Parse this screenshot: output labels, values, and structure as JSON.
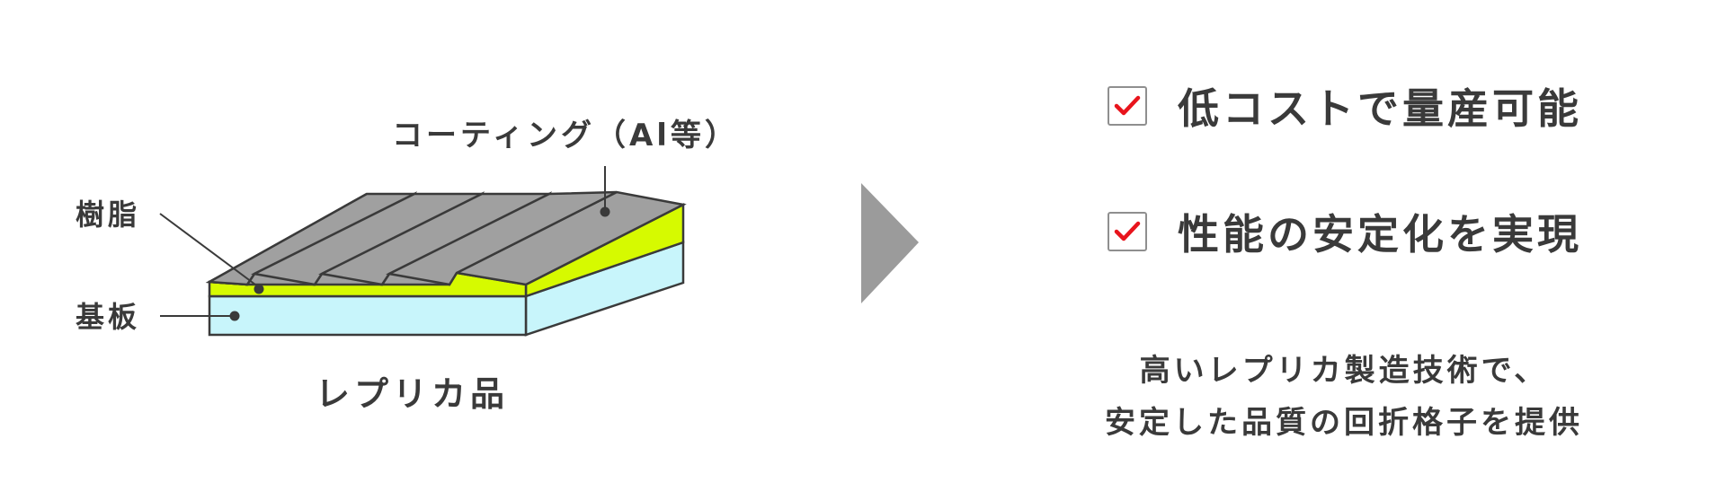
{
  "diagram": {
    "labels": {
      "coating": "コーティング（Al等）",
      "resin": "樹脂",
      "substrate": "基板",
      "product": "レプリカ品"
    },
    "colors": {
      "coating": "#a0a0a0",
      "resin": "#d6fa00",
      "substrate": "#c8f5fb",
      "outline": "#3a3a3a",
      "arrow": "#9b9b9b"
    }
  },
  "benefits": [
    {
      "text": "低コストで量産可能",
      "checked": true
    },
    {
      "text": "性能の安定化を実現",
      "checked": true
    }
  ],
  "summary": {
    "line1": "高いレプリカ製造技術で、",
    "line2": "安定した品質の回折格子を提供"
  },
  "check_color": "#e8141c"
}
